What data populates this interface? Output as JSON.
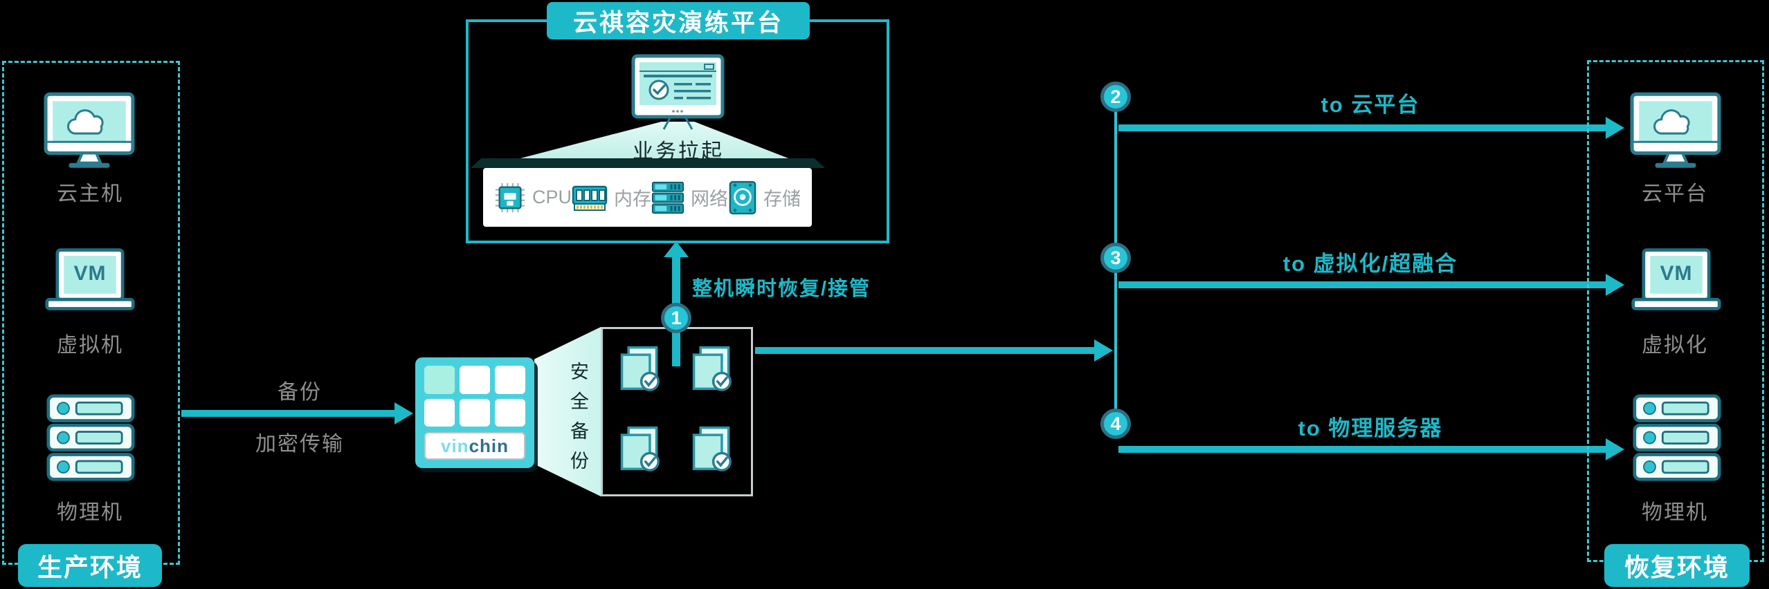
{
  "colors": {
    "background": "#000000",
    "teal_accent": "#1cb9c9",
    "teal_bright": "#2fc3d2",
    "mint": "#aeeee6",
    "gray_label": "#8f8f8f",
    "white": "#ffffff"
  },
  "platform": {
    "title": "云祺容灾演练平台",
    "beam_label": "业务拉起",
    "components": [
      {
        "icon": "cpu-chip-icon",
        "label": "CPU"
      },
      {
        "icon": "memory-icon",
        "label": "内存"
      },
      {
        "icon": "network-icon",
        "label": "网络"
      },
      {
        "icon": "storage-icon",
        "label": "存储"
      }
    ]
  },
  "production": {
    "title": "生产环境",
    "items": [
      {
        "icon": "cloud-host-icon",
        "label": "云主机"
      },
      {
        "icon": "vm-laptop-icon",
        "label": "虚拟机",
        "icon_text": "VM"
      },
      {
        "icon": "physical-server-icon",
        "label": "物理机"
      }
    ]
  },
  "recovery": {
    "title": "恢复环境",
    "items": [
      {
        "icon": "cloud-platform-icon",
        "label": "云平台"
      },
      {
        "icon": "vm-laptop-icon",
        "label": "虚拟化",
        "icon_text": "VM"
      },
      {
        "icon": "physical-server-icon",
        "label": "物理机"
      }
    ]
  },
  "backup_flow": {
    "label_top": "备份",
    "label_bottom": "加密传输",
    "funnel_label": "安全备份",
    "vendor_logo": {
      "part1": "vin",
      "part2": "chin"
    }
  },
  "restore_flow": {
    "step": "1",
    "label": "整机瞬时恢复/接管"
  },
  "targets": [
    {
      "step": "2",
      "label": "to 云平台"
    },
    {
      "step": "3",
      "label": "to 虚拟化/超融合"
    },
    {
      "step": "4",
      "label": "to 物理服务器"
    }
  ]
}
